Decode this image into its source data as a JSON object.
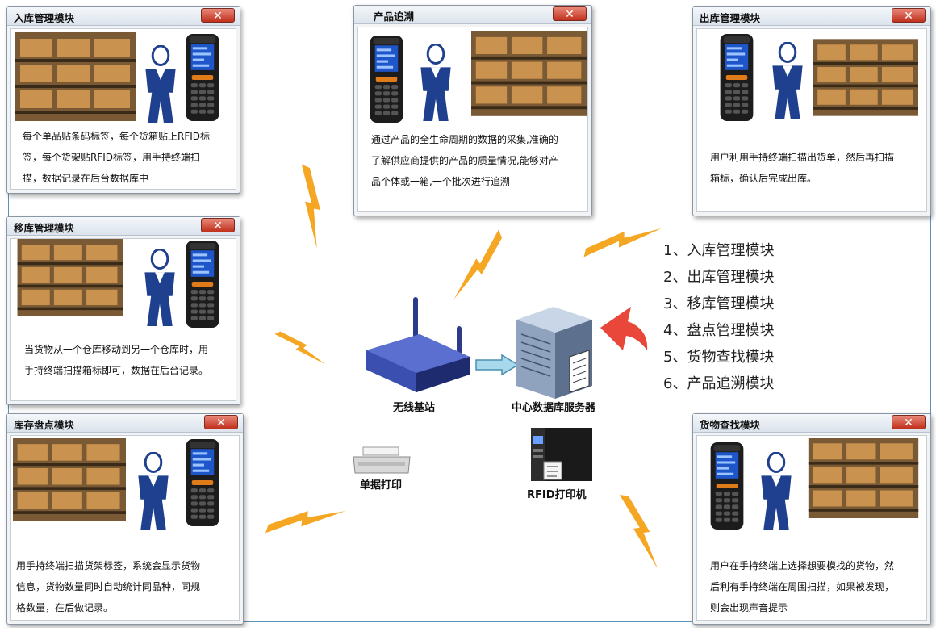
{
  "panels": {
    "inbound": {
      "title": "入库管理模块",
      "close": "✕",
      "desc": [
        "每个单品贴条码标签，每个货箱贴上RFID标",
        "签，每个货架贴RFID标签，用手持终端扫",
        "描，数据记录在后台数据库中"
      ]
    },
    "trace": {
      "title": "产品追溯",
      "close": "✕",
      "desc": [
        "通过产品的全生命周期的数据的采集,准确的",
        "了解供应商提供的产品的质量情况,能够对产",
        "品个体或一箱,一个批次进行追溯"
      ]
    },
    "outbound": {
      "title": "出库管理模块",
      "close": "✕",
      "desc": [
        "用户利用手持终端扫描出货单，然后再扫描",
        "箱标，确认后完成出库。"
      ]
    },
    "transfer": {
      "title": "移库管理模块",
      "close": "✕",
      "desc": [
        "当货物从一个仓库移动到另一个仓库时，用",
        "手持终端扫描箱标即可，数据在后台记录。"
      ]
    },
    "inventory": {
      "title": "库存盘点模块",
      "close": "✕",
      "desc": [
        "用手持终端扫描货架标签，系统会显示货物",
        "信息，货物数量同时自动统计同品种，同规",
        "格数量，在后做记录。"
      ]
    },
    "search": {
      "title": "货物查找模块",
      "close": "✕",
      "desc": [
        "用户在手持终端上选择想要模找的货物，然",
        "后利有手持终端在周围扫描，如果被发现，",
        "则会出现声音提示"
      ]
    }
  },
  "modules": [
    "1、入库管理模块",
    "2、出库管理模块",
    "3、移库管理模块",
    "4、盘点管理模块",
    "5、货物查找模块",
    "6、产品追溯模块"
  ],
  "devices": {
    "router": "无线基站",
    "server": "中心数据库服务器",
    "receipt_printer": "单据打印",
    "rfid_printer": "RFID打印机"
  },
  "colors": {
    "lightning": "#f5a623",
    "frame": "#5a93b8",
    "figure": "#1f3f8f",
    "arrow_red": "#e8473a"
  },
  "icons": [
    "close-icon",
    "person-icon",
    "handheld-terminal-icon",
    "warehouse-photo",
    "router-icon",
    "server-icon",
    "printer-icon",
    "lightning-icon"
  ]
}
